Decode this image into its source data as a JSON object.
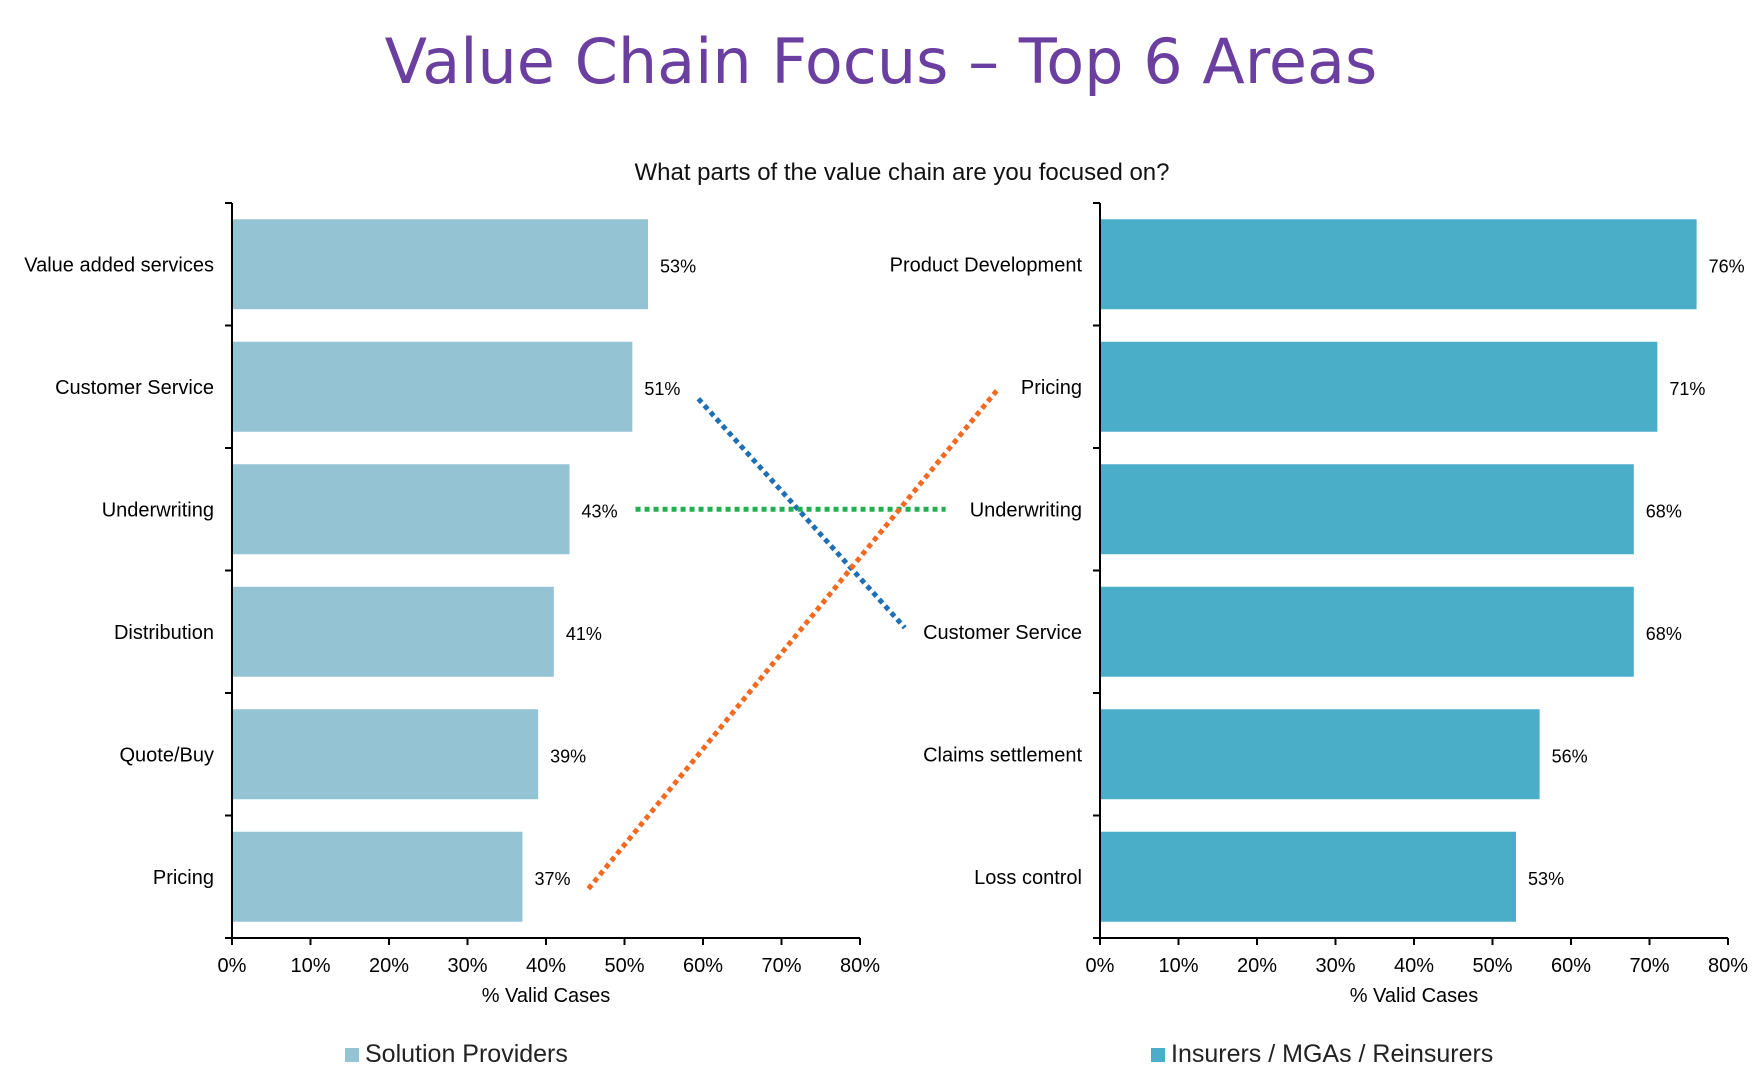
{
  "title": "Value Chain Focus – Top 6 Areas",
  "subtitle": "What parts of the value chain are you focused on?",
  "colors": {
    "title": "#6a3fa0",
    "left_bar": "#94c3d4",
    "right_bar": "#4aaec9",
    "connector_customer_service": "#1f6fb5",
    "connector_underwriting": "#20b050",
    "connector_pricing": "#f26a21"
  },
  "chart_data": [
    {
      "type": "bar",
      "orientation": "horizontal",
      "categories": [
        "Value added services",
        "Customer Service",
        "Underwriting",
        "Distribution",
        "Quote/Buy",
        "Pricing"
      ],
      "series": [
        {
          "name": "Solution Providers",
          "values": [
            53,
            51,
            43,
            41,
            39,
            37
          ]
        }
      ],
      "data_labels": [
        "53%",
        "51%",
        "43%",
        "41%",
        "39%",
        "37%"
      ],
      "xlabel": "% Valid Cases",
      "xlim": [
        0,
        80
      ],
      "xticks": [
        "0%",
        "10%",
        "20%",
        "30%",
        "40%",
        "50%",
        "60%",
        "70%",
        "80%"
      ],
      "grid": false,
      "legend": "bottom"
    },
    {
      "type": "bar",
      "orientation": "horizontal",
      "categories": [
        "Product Development",
        "Pricing",
        "Underwriting",
        "Customer Service",
        "Claims settlement",
        "Loss control"
      ],
      "series": [
        {
          "name": "Insurers / MGAs / Reinsurers",
          "values": [
            76,
            71,
            68,
            68,
            56,
            53
          ]
        }
      ],
      "data_labels": [
        "76%",
        "71%",
        "68%",
        "68%",
        "56%",
        "53%"
      ],
      "xlabel": "% Valid Cases",
      "xlim": [
        0,
        80
      ],
      "xticks": [
        "0%",
        "10%",
        "20%",
        "30%",
        "40%",
        "50%",
        "60%",
        "70%",
        "80%"
      ],
      "grid": false,
      "legend": "bottom"
    }
  ],
  "connectors": [
    {
      "category": "Customer Service",
      "left_rank": 2,
      "right_rank": 4
    },
    {
      "category": "Underwriting",
      "left_rank": 3,
      "right_rank": 3
    },
    {
      "category": "Pricing",
      "left_rank": 6,
      "right_rank": 2
    }
  ]
}
